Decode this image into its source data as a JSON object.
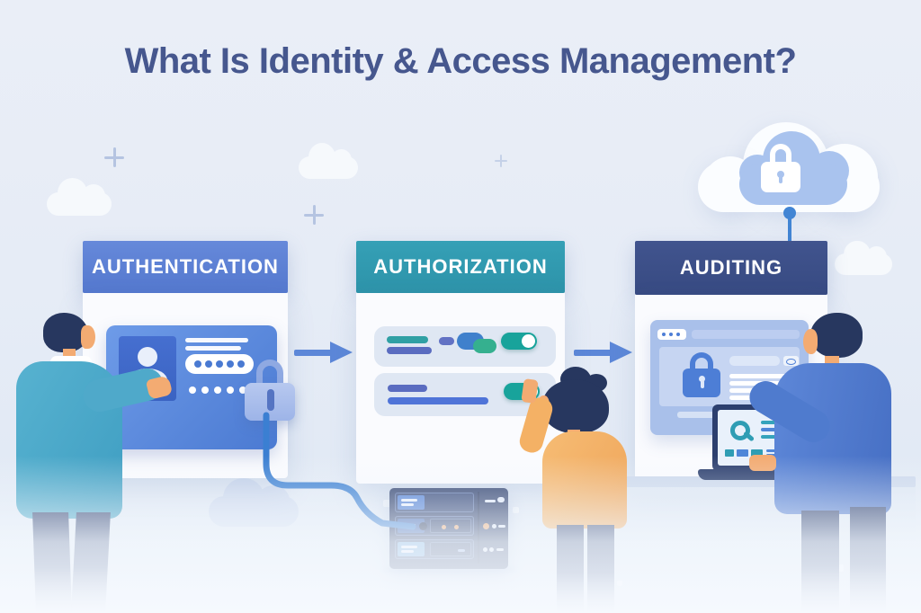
{
  "title": {
    "text": "What Is Identity & Access Management?"
  },
  "panels": {
    "authentication": {
      "label": "AUTHENTICATION"
    },
    "authorization": {
      "label": "AUTHORIZATION"
    },
    "auditing": {
      "label": "AUDITING"
    }
  },
  "icons": {
    "cloud_security": "cloud-with-padlock",
    "identity_card": "user-id-card",
    "password_field": "masked-password-dots",
    "credential_lock": "padlock",
    "permission_toggle_1": "toggle-on",
    "permission_toggle_2": "toggle-on",
    "audit_record_lock": "padlock",
    "audit_visibility": "eye",
    "audit_search": "magnifying-glass",
    "server_rack": "server-stack",
    "flow_arrow_1": "arrow-right",
    "flow_arrow_2": "arrow-right"
  },
  "colors": {
    "background": "#e8edf6",
    "title_text": "#46578e",
    "authentication_header": "#5b7ed3",
    "authorization_header": "#2f9aae",
    "auditing_header": "#3a4d87",
    "panel_body": "#fafbfe",
    "accent_blue": "#4a7fd6",
    "toggle_on": "#18a39b",
    "navy": "#2c3e6e",
    "teal_shirt": "#4aa7c8",
    "orange_shirt": "#f3ad62",
    "jacket_blue": "#4a77cc",
    "skin": "#f3ab72",
    "arrow": "#5c87d8",
    "cloud_inner": "#a9c3ee"
  }
}
